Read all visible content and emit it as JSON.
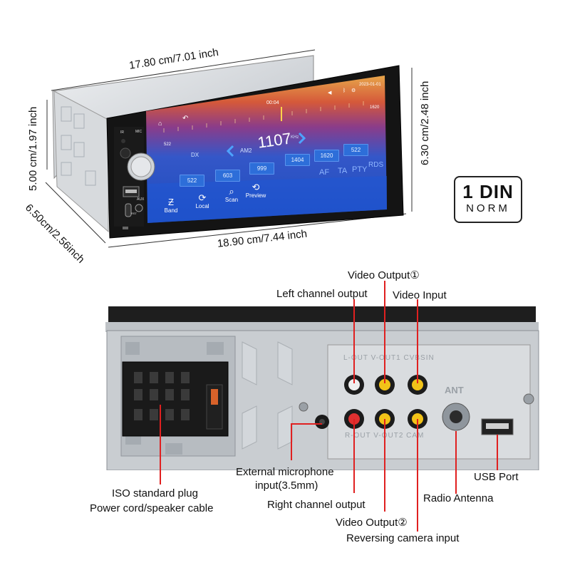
{
  "top_view": {
    "dims": {
      "width_top": "17.80 cm/7.01 inch",
      "height_left": "5.00 cm/1.97 inch",
      "depth_left": "6.50cm/2.56inch",
      "width_bottom": "18.90 cm/7.44 inch",
      "height_right": "6.30 cm/2.48 inch"
    },
    "badge": {
      "line1": "1 DIN",
      "line2": "NORM"
    },
    "device": {
      "knob_labels": {
        "ir": "IR",
        "mic": "MIC",
        "aux": "AUX",
        "rst": "RST"
      },
      "screen": {
        "time": "00:04",
        "date": "2023-01-01",
        "freq_scale_left": "522",
        "freq_scale_right": "1620",
        "band_dx": "DX",
        "band_name": "AM2",
        "frequency": "1107",
        "unit": "KHz",
        "presets_row1": [
          "1404",
          "1620",
          "522"
        ],
        "presets_row2": [
          "522",
          "603",
          "999"
        ],
        "flags": [
          "AF",
          "TA",
          "PTY",
          "RDS"
        ],
        "toolbar": [
          "Band",
          "Local",
          "Scan",
          "Preview"
        ]
      }
    }
  },
  "back_view": {
    "labels": {
      "video_output_1": "Video Output①",
      "left_channel": "Left channel output",
      "video_input": "Video Input",
      "iso_plug_1": "ISO standard plug",
      "iso_plug_2": "Power cord/speaker cable",
      "mic_1": "External microphone",
      "mic_2": "input(3.5mm)",
      "right_channel": "Right channel output",
      "video_output_2": "Video Output②",
      "reversing": "Reversing camera input",
      "radio_antenna": "Radio Antenna",
      "usb_port": "USB Port"
    },
    "panel_print": {
      "top_row": "L-OUT  V-OUT1  CVBSIN",
      "bottom_row": "R-OUT  V-OUT2  CAM",
      "ant": "ANT"
    }
  },
  "colors": {
    "accent": "#e02020",
    "screen_blue": "#1e4fbf",
    "chassis": "#c8ccd0"
  }
}
